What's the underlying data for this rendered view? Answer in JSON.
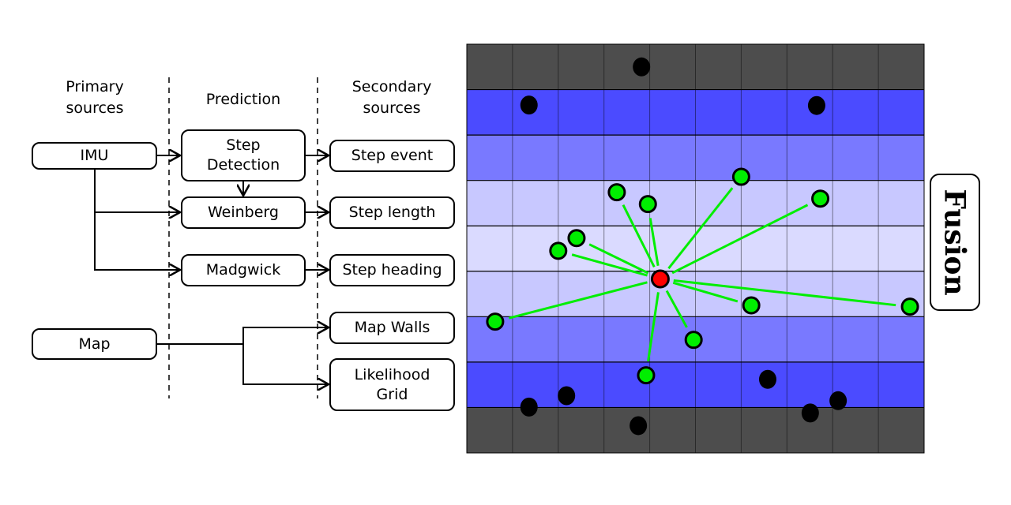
{
  "columns": {
    "primary": "Primary\nsources",
    "prediction": "Prediction",
    "secondary": "Secondary\nsources"
  },
  "nodes": {
    "imu": "IMU",
    "map": "Map",
    "step_detection": "Step\nDetection",
    "weinberg": "Weinberg",
    "madgwick": "Madgwick",
    "step_event": "Step event",
    "step_length": "Step length",
    "step_heading": "Step heading",
    "map_walls": "Map Walls",
    "likelihood_grid": "Likelihood\nGrid"
  },
  "fusion_label": "Fusion",
  "grid": {
    "cols": 10,
    "rows": 9,
    "row_colors": [
      "#4d4d4d",
      "#4b4bff",
      "#7979ff",
      "#c8c8ff",
      "#dadaff",
      "#c8c8ff",
      "#7979ff",
      "#4b4bff",
      "#4d4d4d"
    ],
    "wall_color": "#4d4d4d"
  },
  "colors": {
    "estimate": "#ff0000",
    "particle_valid": "#00ee00",
    "particle_invalid": "#000000",
    "link": "#00ee00"
  },
  "particles": {
    "estimate": [
      4.23,
      5.17
    ],
    "valid": [
      [
        0.62,
        6.11
      ],
      [
        2.0,
        4.55
      ],
      [
        2.4,
        4.27
      ],
      [
        3.28,
        3.26
      ],
      [
        3.96,
        3.52
      ],
      [
        6.0,
        2.92
      ],
      [
        7.73,
        3.4
      ],
      [
        6.22,
        5.75
      ],
      [
        9.69,
        5.78
      ],
      [
        4.96,
        6.51
      ],
      [
        3.92,
        7.29
      ]
    ],
    "invalid": [
      [
        3.82,
        0.5
      ],
      [
        1.36,
        1.34
      ],
      [
        7.65,
        1.35
      ],
      [
        1.36,
        7.99
      ],
      [
        2.18,
        7.74
      ],
      [
        3.75,
        8.4
      ],
      [
        6.58,
        7.38
      ],
      [
        7.51,
        8.12
      ],
      [
        8.12,
        7.85
      ]
    ]
  }
}
